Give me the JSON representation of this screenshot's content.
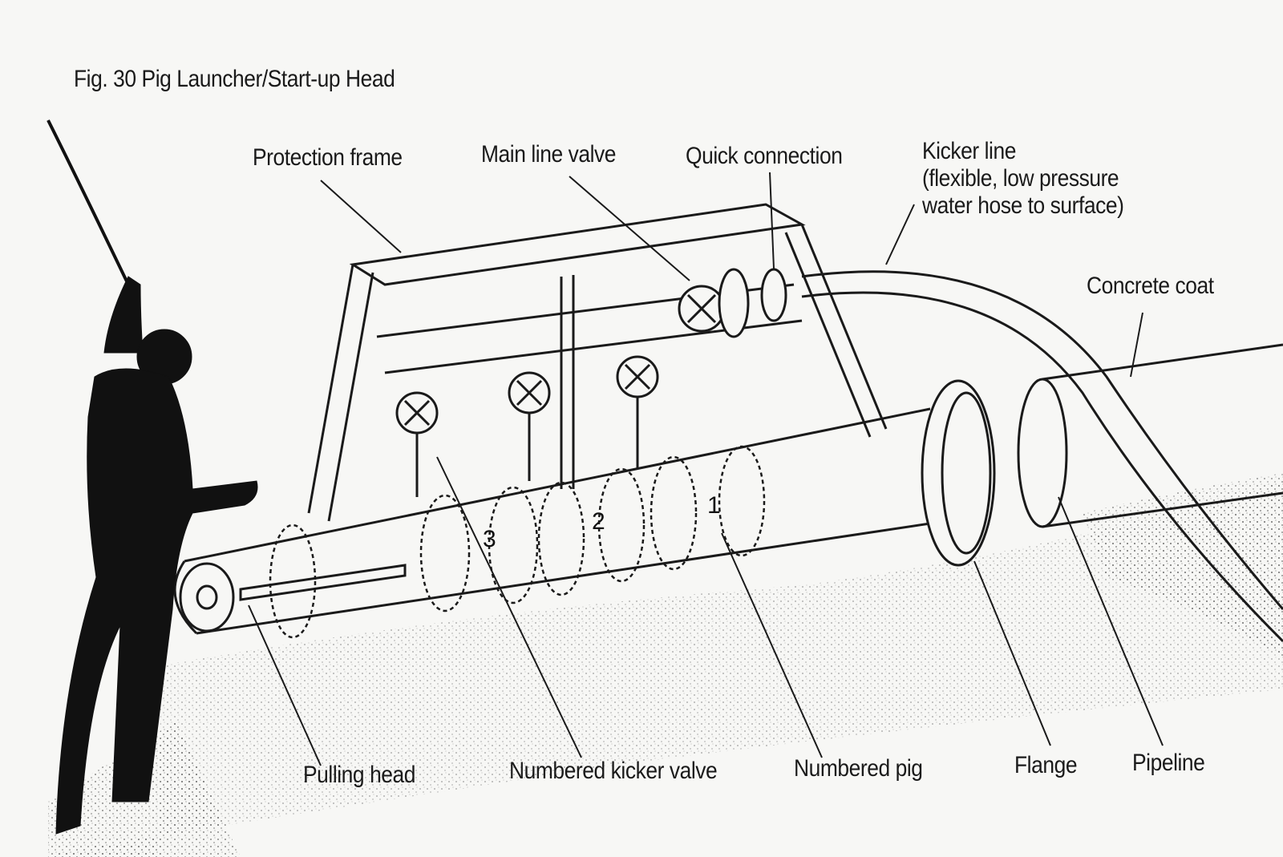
{
  "figure": {
    "title": "Fig. 30   Pig Launcher/Start-up Head"
  },
  "labels": {
    "protection_frame": "Protection frame",
    "main_line_valve": "Main line valve",
    "quick_connection": "Quick connection",
    "kicker_line": "Kicker line\n(flexible, low pressure\nwater hose to surface)",
    "concrete_coat": "Concrete coat",
    "pulling_head": "Pulling head",
    "numbered_kicker_valve": "Numbered kicker valve",
    "numbered_pig": "Numbered pig",
    "flange": "Flange",
    "pipeline": "Pipeline"
  },
  "pig_numbers": [
    "3",
    "2",
    "1"
  ],
  "colors": {
    "ink": "#1a1a1a",
    "paper": "#f7f7f5",
    "diver": "#111111"
  }
}
